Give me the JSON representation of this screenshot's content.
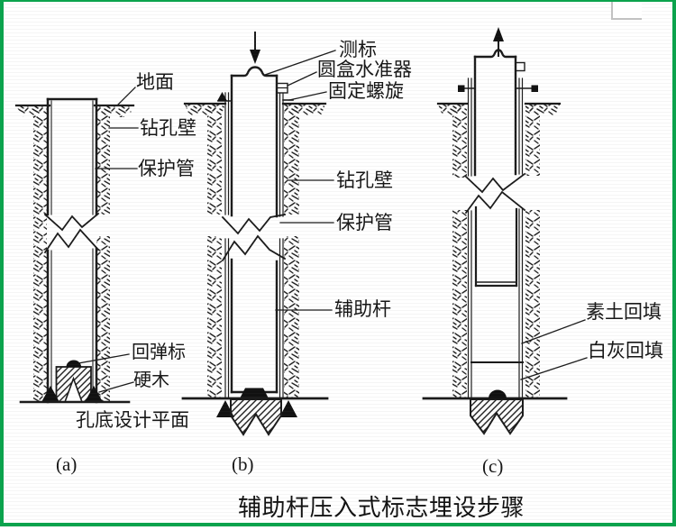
{
  "figure": {
    "caption": "辅助杆压入式标志埋设步骤",
    "sub_labels": {
      "a": "(a)",
      "b": "(b)",
      "c": "(c)"
    },
    "labels": {
      "ground": "地面",
      "a_borehole_wall": "钻孔壁",
      "a_protect_tube": "保护管",
      "b_marker": "测标",
      "b_level": "圆盒水准器",
      "b_screw": "固定螺旋",
      "b_borehole_wall": "钻孔壁",
      "b_protect_tube": "保护管",
      "b_aux_rod": "辅助杆",
      "a_rebound": "回弹标",
      "a_hardwood": "硬木",
      "a_plane": "孔底设计平面",
      "c_soil": "素土回填",
      "c_lime": "白灰回填"
    },
    "icons": {
      "press_down_arrow": "arrow-down",
      "pull_up_arrow": "arrow-up"
    },
    "colors": {
      "frame_green": "#0ba34d",
      "ink": "#1b1b1b",
      "corner_box_gray": "#c2c2c2"
    }
  }
}
